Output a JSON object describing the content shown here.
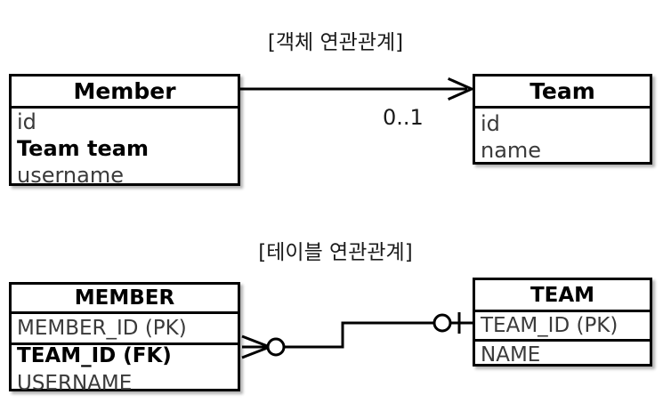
{
  "diagram": {
    "type": "uml-erd-comparison",
    "background_color": "#ffffff",
    "line_color": "#000000"
  },
  "object_section": {
    "caption": "[객체 연관관계]",
    "member_class": {
      "name": "Member",
      "attributes": [
        {
          "text": "id",
          "emphasis": "normal"
        },
        {
          "text": "Team team",
          "emphasis": "bold"
        },
        {
          "text": "username",
          "emphasis": "normal"
        }
      ]
    },
    "team_class": {
      "name": "Team",
      "attributes": [
        {
          "text": "id",
          "emphasis": "normal"
        },
        {
          "text": "name",
          "emphasis": "normal"
        }
      ]
    },
    "association": {
      "multiplicity": "0..1",
      "arrow": "open-arrow",
      "direction": "member-to-team"
    }
  },
  "table_section": {
    "caption": "[테이블 연관관계]",
    "member_table": {
      "name": "MEMBER",
      "columns": [
        {
          "text": "MEMBER_ID (PK)",
          "emphasis": "normal"
        },
        {
          "text": "TEAM_ID (FK)",
          "emphasis": "bold"
        },
        {
          "text": "USERNAME",
          "emphasis": "normal"
        }
      ]
    },
    "team_table": {
      "name": "TEAM",
      "columns": [
        {
          "text": "TEAM_ID (PK)",
          "emphasis": "normal"
        },
        {
          "text": "NAME",
          "emphasis": "normal"
        }
      ]
    },
    "relationship": {
      "member_side": "zero-or-many",
      "team_side": "zero-or-one"
    }
  }
}
